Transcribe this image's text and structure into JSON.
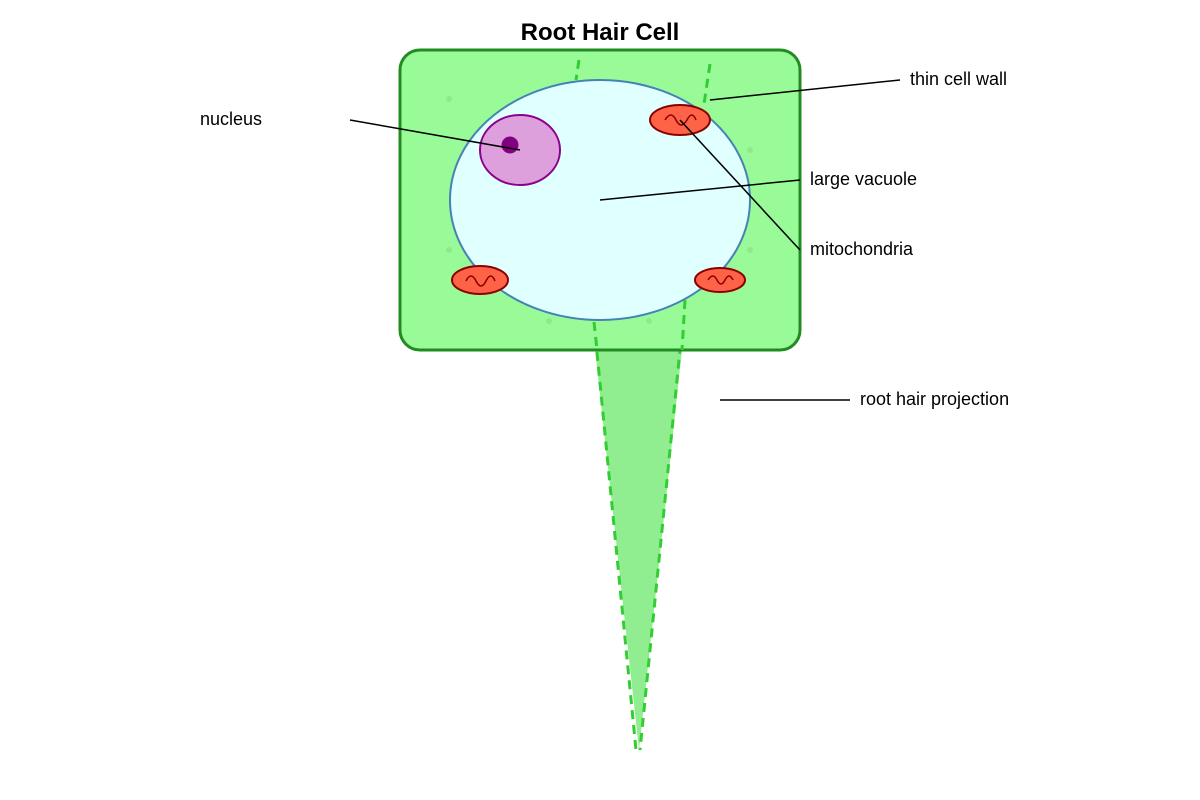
{
  "title": "Root Hair Cell",
  "labels": {
    "nucleus": "nucleus",
    "thin_cell_wall": "thin cell wall",
    "large_vacuole": "large vacuole",
    "mitochondria": "mitochondria",
    "root_hair_projection": "root hair projection"
  },
  "colors": {
    "cytoplasm_fill": "#98fb98",
    "cell_wall_stroke": "#228b22",
    "dashed_wall": "#32cd32",
    "vacuole_fill": "#e0ffff",
    "vacuole_stroke": "#4682b4",
    "nucleus_fill": "#dda0dd",
    "nucleus_stroke": "#8b008b",
    "nucleolus_fill": "#800080",
    "mitochondria_fill": "#ff6347",
    "mitochondria_stroke": "#8b0000",
    "projection_fill": "#90ee90"
  }
}
